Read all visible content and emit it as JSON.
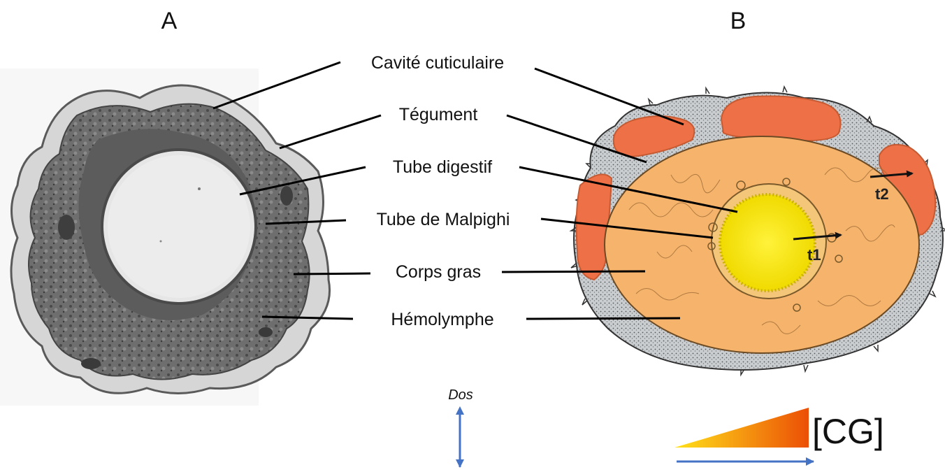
{
  "panels": {
    "left": "A",
    "right": "B"
  },
  "labels": [
    {
      "key": "cavite",
      "text": "Cavité cuticulaire"
    },
    {
      "key": "tegument",
      "text": "Tégument"
    },
    {
      "key": "tube_digestif",
      "text": "Tube digestif"
    },
    {
      "key": "malpighi",
      "text": "Tube de Malpighi"
    },
    {
      "key": "corps_gras",
      "text": "Corps gras"
    },
    {
      "key": "hemolymphe",
      "text": "Hémolymphe"
    }
  ],
  "orientation": {
    "top_label": "Dos"
  },
  "gradient": {
    "label": "[CG]",
    "color_low": "#ffe21a",
    "color_high": "#ec4f06"
  },
  "diagram_b_markers": {
    "t1": "t1",
    "t2": "t2"
  },
  "colors": {
    "cuticle_cavity": "#ee7046",
    "fat_body": "#f6b36b",
    "gut": "#f2e400",
    "integument": "#b9bdbf",
    "arrow_axis": "#4472c4"
  }
}
